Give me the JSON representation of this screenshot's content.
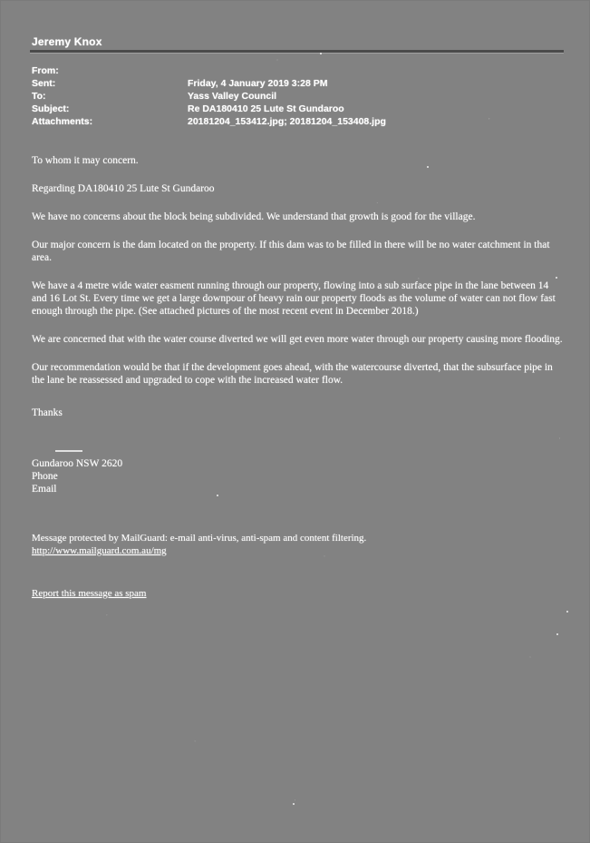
{
  "document": {
    "sender_name": "Jeremy Knox",
    "type": "email-printout"
  },
  "headers": {
    "from": {
      "label": "From:",
      "value": ""
    },
    "sent": {
      "label": "Sent:",
      "value": "Friday, 4 January 2019 3:28 PM"
    },
    "to": {
      "label": "To:",
      "value": "Yass Valley Council"
    },
    "subject": {
      "label": "Subject:",
      "value": "Re DA180410 25 Lute St Gundaroo"
    },
    "attachments": {
      "label": "Attachments:",
      "value": "20181204_153412.jpg; 20181204_153408.jpg"
    }
  },
  "body": {
    "greeting": "To whom it may concern.",
    "regarding": "Regarding DA180410 25 Lute St Gundaroo",
    "paragraphs": [
      "We have no concerns about the block being subdivided. We understand that growth is good for the village.",
      "Our major concern is the dam located on the property. If this dam was to be filled in there will be no water catchment in that area.",
      "We have a 4 metre wide water easment running through our property, flowing into a sub surface pipe in the lane between 14 and 16 Lot St. Every time we get a large downpour of heavy rain our property floods as the volume of water can not flow fast enough through the pipe. (See attached pictures of the most recent event in December 2018.)",
      "We are concerned that with the water course diverted we will get even more water through our property causing more flooding.",
      "Our recommendation would be that if the development goes ahead, with the watercourse diverted, that the subsurface pipe in the lane be reassessed and upgraded to cope with the increased water flow."
    ]
  },
  "signature": {
    "closing": "Thanks",
    "name_redacted": "",
    "address_redacted": "",
    "locality": "Gundaroo NSW 2620",
    "phone_label": "Phone",
    "phone_value": "",
    "email_label": "Email",
    "email_value": ""
  },
  "footer": {
    "notice_line1": "Message protected by MailGuard: e-mail anti-virus, anti-spam and content filtering.",
    "notice_link": "http://www.mailguard.com.au/mg",
    "spam_link": "Report this message as spam"
  },
  "colors": {
    "page_background": "#828282",
    "text": "#ffffff",
    "rule": "#4a4a4a"
  }
}
